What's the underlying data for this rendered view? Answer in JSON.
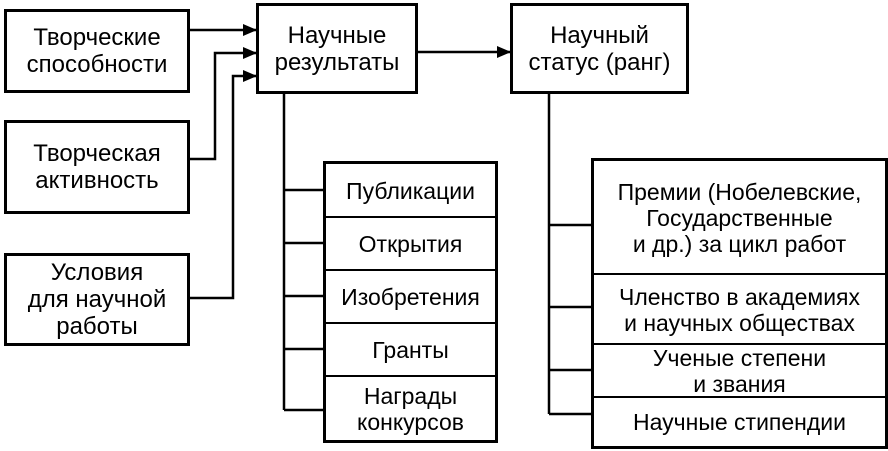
{
  "inputs": [
    {
      "label": "Творческие\nспособности"
    },
    {
      "label": "Творческая\nактивность"
    },
    {
      "label": "Условия\nдля научной\nработы"
    }
  ],
  "results": {
    "title": "Научные\nрезультаты",
    "items": [
      "Публикации",
      "Открытия",
      "Изобретения",
      "Гранты",
      "Награды\nконкурсов"
    ]
  },
  "status": {
    "title": "Научный\nстатус (ранг)",
    "items": [
      "Премии (Нобелевские,\nГосударственные\nи др.) за цикл работ",
      "Членство в академиях\nи научных обществах",
      "Ученые степени\nи звания",
      "Научные стипендии"
    ]
  },
  "colors": {
    "line": "#000000",
    "background": "#ffffff"
  }
}
